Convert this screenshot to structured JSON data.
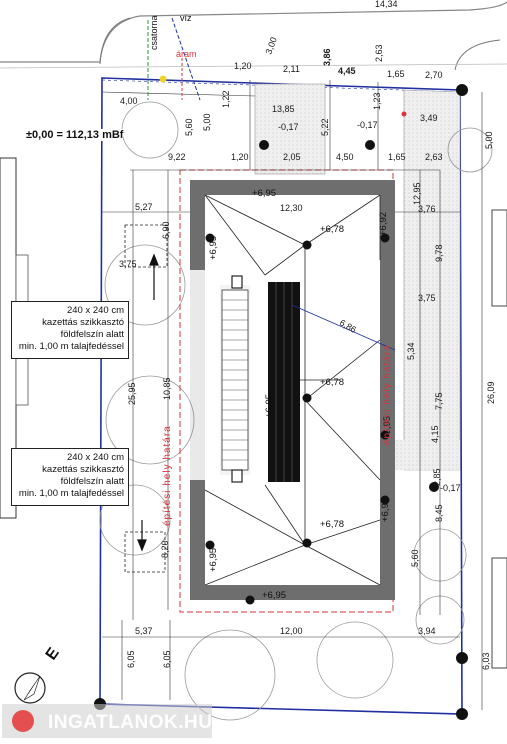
{
  "level_datum": "±0,00 = 112,13 mBf",
  "notes": [
    {
      "line1": "240 x 240 cm",
      "line2": "kazettás szikkasztó",
      "line3": "földfelszín alatt",
      "line4": "min. 1,00 m talajfedéssel"
    },
    {
      "line1": "240 x 240 cm",
      "line2": "kazettás szikkasztó",
      "line3": "földfelszín alatt",
      "line4": "min. 1,00 m talajfedéssel"
    }
  ],
  "labels": {
    "csatorna": "csatorna",
    "viz": "víz",
    "aram": "áram",
    "epitesi_hely_left": "építési hely határa",
    "epitesi_hely_right": "építési hely határa",
    "e_label": "E"
  },
  "dims": {
    "top_14_34": "14,34",
    "top_3_00": "3,00",
    "top_3_86": "3,86",
    "top_2_63": "2,63",
    "top_1_20": "1,20",
    "top_2_11": "2,11",
    "top_4_45": "4,45",
    "top_1_65": "1,65",
    "top_2_70": "2,70",
    "d_4_00": "4,00",
    "d_1_22": "1,22",
    "d_13_85": "13,85",
    "d_0_17a": "-0,17",
    "d_1_23": "1,23",
    "d_0_17b": "-0,17",
    "d_3_49": "3,49",
    "d_5_60": "5,60",
    "d_5_00a": "5,00",
    "d_5_22": "5,22",
    "d_5_00b": "5,00",
    "d_9_22": "9,22",
    "d_1_20b": "1,20",
    "d_2_05": "2,05",
    "d_4_50": "4,50",
    "d_1_65b": "1,65",
    "d_2_63b": "2,63",
    "d_5_27": "5,27",
    "d_12_30": "12,30",
    "d_12_95": "12,95",
    "d_3_76": "3,76",
    "d_6_90": "6,90",
    "d_3_75a": "3,75",
    "d_9_78": "9,78",
    "d_3_75b": "3,75",
    "d_6_86": "6,86",
    "d_5_34": "5,34",
    "d_25_95": "25,95",
    "d_10_85": "10,85",
    "d_7_75": "7,75",
    "d_26_09": "26,09",
    "d_4_15": "4,15",
    "d_0_17c": "-0,17",
    "d_2_85": "2,85",
    "d_8_45": "8,45",
    "d_8_20": "8,20",
    "d_5_60b": "5,60",
    "d_5_37": "5,37",
    "d_12_00": "12,00",
    "d_3_94": "3,94",
    "d_6_05a": "6,05",
    "d_6_05b": "6,05",
    "d_6_03": "6,03"
  },
  "levels": {
    "l_top": "+6,95",
    "l_tr": "+6,78",
    "l_r1": "+6,92",
    "l_l1": "+6,95",
    "l_mid": "+6,78",
    "l_mid2": "+6,95",
    "l_r2": "+6,95",
    "l_br": "+6,78",
    "l_r3": "+6,95",
    "l_bl": "+6,95",
    "l_bot": "+6,95"
  },
  "watermark": "INGATLANOK.HU"
}
